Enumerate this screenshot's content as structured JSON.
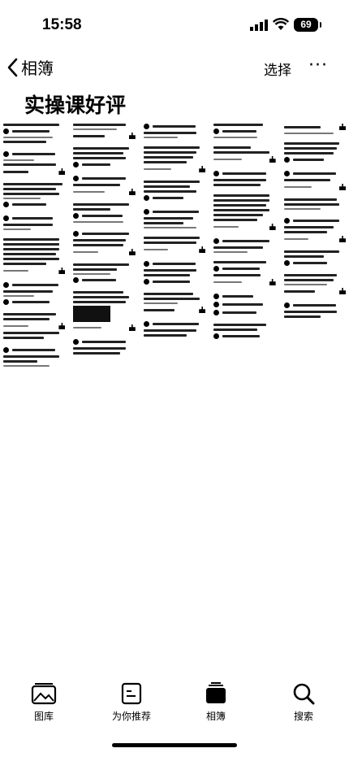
{
  "status": {
    "time": "15:58",
    "battery": "69"
  },
  "nav": {
    "back_label": "相簿",
    "select_label": "选择",
    "more_label": "···"
  },
  "album": {
    "title": "实操课好评"
  },
  "tabs": [
    {
      "label": "图库"
    },
    {
      "label": "为你推荐"
    },
    {
      "label": "相簿"
    },
    {
      "label": "搜索"
    }
  ]
}
